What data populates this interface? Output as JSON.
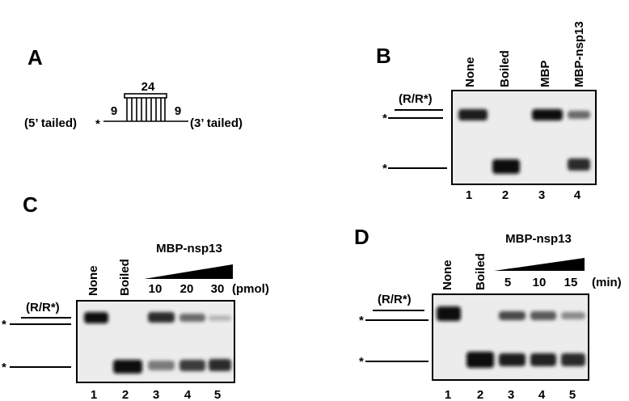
{
  "panel_a": {
    "letter": "A",
    "top_length": "24",
    "left_length": "9",
    "right_length": "9",
    "left_label": "(5’ tailed)",
    "right_label": "(3’ tailed)",
    "asterisk": "*"
  },
  "panel_b": {
    "letter": "B",
    "substrate_label": "(R/R*)",
    "columns": [
      "None",
      "Boiled",
      "MBP",
      "MBP-nsp13"
    ],
    "lanes": [
      "1",
      "2",
      "3",
      "4"
    ],
    "asterisk": "*"
  },
  "panel_c": {
    "letter": "C",
    "substrate_label": "(R/R*)",
    "columns": [
      "None",
      "Boiled"
    ],
    "protein": "MBP-nsp13",
    "amounts": [
      "10",
      "20",
      "30"
    ],
    "unit": "(pmol)",
    "lanes": [
      "1",
      "2",
      "3",
      "4",
      "5"
    ],
    "asterisk": "*"
  },
  "panel_d": {
    "letter": "D",
    "substrate_label": "(R/R*)",
    "columns": [
      "None",
      "Boiled"
    ],
    "protein": "MBP-nsp13",
    "times": [
      "5",
      "10",
      "15"
    ],
    "unit": "(min)",
    "lanes": [
      "1",
      "2",
      "3",
      "4",
      "5"
    ],
    "asterisk": "*"
  }
}
